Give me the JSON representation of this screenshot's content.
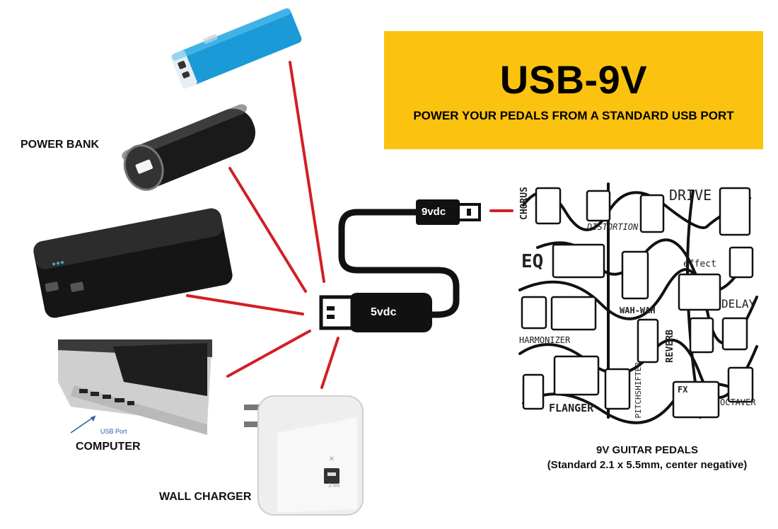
{
  "banner": {
    "title": "USB-9V",
    "subtitle": "POWER YOUR PEDALS FROM A STANDARD USB PORT",
    "background_color": "#fbc30f"
  },
  "sources": {
    "power_bank_label": "POWER BANK",
    "computer_label": "COMPUTER",
    "usb_port_note": "USB Port",
    "wall_charger_label": "WALL CHARGER",
    "wall_charger_print": "3.4A"
  },
  "cable": {
    "input_label": "5vdc",
    "output_label": "9vdc"
  },
  "pedals": {
    "caption_line1": "9V GUITAR PEDALS",
    "caption_line2": "(Standard 2.1 x 5.5mm, center negative)",
    "doodle_words": [
      "CHORUS",
      "DISTORTION",
      "DRIVE",
      "EQ",
      "effect",
      "WAH-WAH",
      "DELAY",
      "HARMONIZER",
      "REVERB",
      "FLANGER",
      "PITCHSHIFTER",
      "FX",
      "OCTAVER"
    ]
  },
  "colors": {
    "connector_line": "#d21f26",
    "cable": "#111111",
    "power_bank_blue": "#1a9ad6"
  }
}
